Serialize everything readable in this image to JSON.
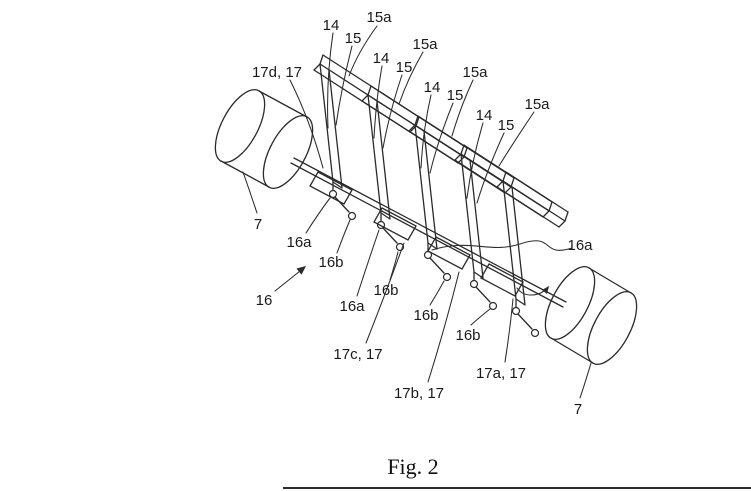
{
  "figure": {
    "caption": "Fig. 2"
  },
  "colors": {
    "line": "#2b2b2b",
    "text": "#1a1a1a",
    "background": "#ffffff"
  },
  "reference_labels": [
    {
      "text": "15a"
    },
    {
      "text": "14"
    },
    {
      "text": "15"
    },
    {
      "text": "15a"
    },
    {
      "text": "14"
    },
    {
      "text": "15"
    },
    {
      "text": "17d, 17"
    },
    {
      "text": "15a"
    },
    {
      "text": "14"
    },
    {
      "text": "15"
    },
    {
      "text": "15a"
    },
    {
      "text": "14"
    },
    {
      "text": "15"
    },
    {
      "text": "7"
    },
    {
      "text": "16a"
    },
    {
      "text": "16b"
    },
    {
      "text": "16"
    },
    {
      "text": "16a"
    },
    {
      "text": "16b"
    },
    {
      "text": "16b"
    },
    {
      "text": "16b"
    },
    {
      "text": "16a"
    },
    {
      "text": "17c, 17"
    },
    {
      "text": "17b, 17"
    },
    {
      "text": "17a, 17"
    },
    {
      "text": "7"
    }
  ]
}
